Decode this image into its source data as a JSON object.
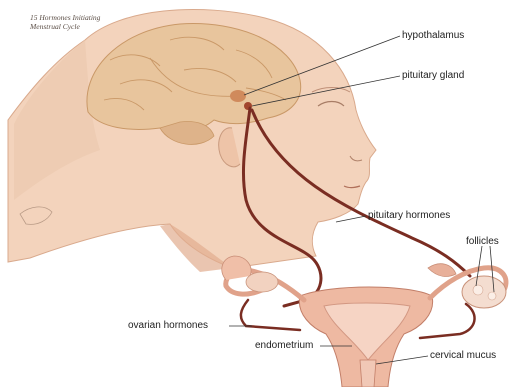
{
  "figure": {
    "caption_number": "15",
    "caption_line1": "Hormones Initiating",
    "caption_line2": "Menstrual Cycle"
  },
  "labels": {
    "hypothalamus": "hypothalamus",
    "pituitary_gland": "pituitary gland",
    "pituitary_hormones": "pituitary hormones",
    "follicles": "follicles",
    "ovarian_hormones": "ovarian hormones",
    "endometrium": "endometrium",
    "cervical_mucus": "cervical mucus"
  },
  "colors": {
    "skin": "#f3d3bc",
    "skin_shadow": "#e1ad8f",
    "brain": "#e8c59d",
    "brain_fold": "#c99867",
    "hormone_pathway": "#7a2d22",
    "uterus": "#eeb9a2",
    "uterus_inner": "#f6d4c4",
    "leader_line": "#333333"
  }
}
